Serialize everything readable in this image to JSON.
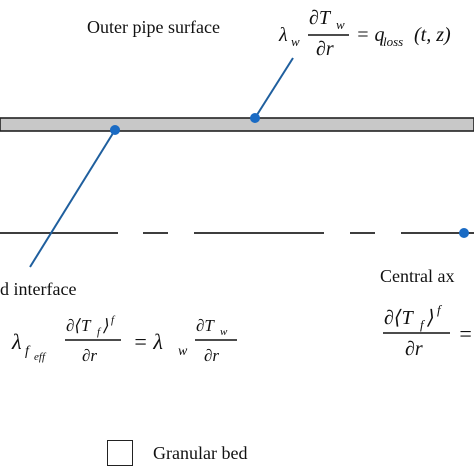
{
  "labels": {
    "outer_surface": "Outer pipe surface",
    "interface_partial": "d interface",
    "central_axis_partial": "Central ax",
    "legend": "Granular bed"
  },
  "equations": {
    "outer_surface_lhs_coef": "λ",
    "outer_surface_lhs_sub": "w",
    "outer_surface_num": "∂T",
    "outer_surface_num_sub": "w",
    "outer_surface_den": "∂r",
    "outer_surface_rhs": "= q",
    "outer_surface_rhs_sub": "loss",
    "outer_surface_rhs_args": "(t, z)",
    "interface_lhs_coef": "λ",
    "interface_lhs_sub": "f",
    "interface_lhs_subsub": "eff",
    "interface_num": "∂⟨T",
    "interface_num_sub": "f",
    "interface_num_close": "⟩",
    "interface_num_sup": "f",
    "interface_den": "∂r",
    "interface_eq": "= λ",
    "interface_rhs_sub": "w",
    "interface_rhs_num": "∂T",
    "interface_rhs_num_sub": "w",
    "interface_rhs_den": "∂r",
    "axis_num": "∂⟨T",
    "axis_num_sub": "f",
    "axis_num_close": "⟩",
    "axis_num_sup": "f",
    "axis_den": "∂r",
    "axis_eq": "="
  },
  "colors": {
    "pipe_fill": "#c8c8c8",
    "leader": "#1f5f9e",
    "marker": "#1a6bc4",
    "axis_line": "#222222"
  }
}
